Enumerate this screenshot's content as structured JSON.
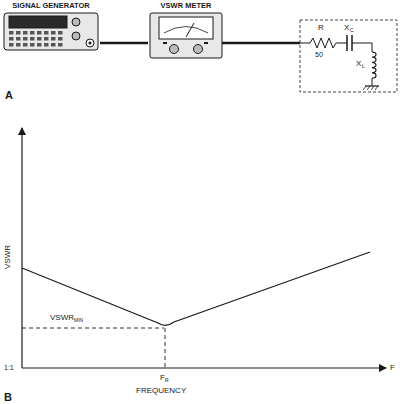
{
  "diagram": {
    "nodes": [
      {
        "text": [
          "SIGNAL GENERATOR"
        ]
      },
      {
        "text": [
          "VSWR METER"
        ]
      }
    ],
    "edges": [
      {
        "from": 0,
        "to": 1,
        "arrow": "none"
      }
    ],
    "labels": [
      "A",
      "R",
      "50",
      "X",
      "C",
      "X",
      "L",
      "B",
      "VSWR",
      "VSWR",
      "MIN",
      "1:1",
      "F",
      "R",
      "FREQUENCY",
      "F"
    ]
  }
}
